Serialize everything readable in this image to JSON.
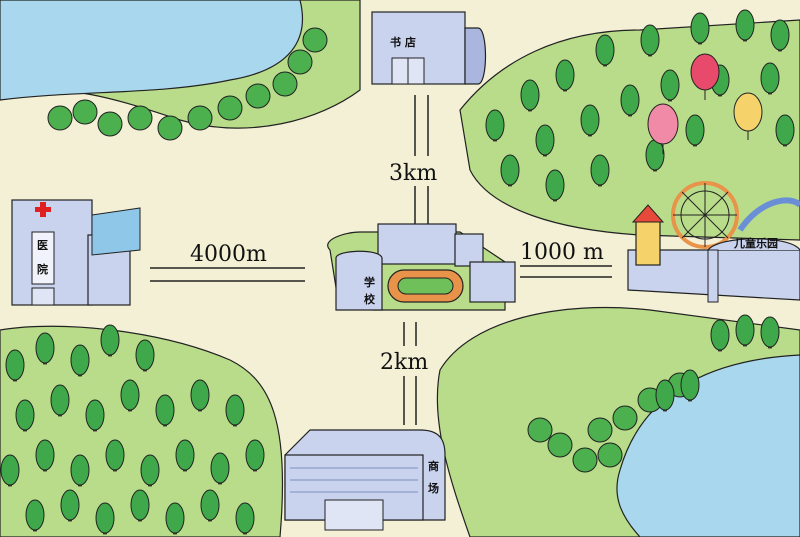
{
  "places": {
    "bookstore": "书 店",
    "hospital_1": "医",
    "hospital_2": "院",
    "school_1": "学",
    "school_2": "校",
    "mall_1": "商",
    "mall_2": "场",
    "amusement_park": "儿童乐园"
  },
  "distances": {
    "to_bookstore": "3km",
    "to_hospital": "4000m",
    "to_amusement_park": "1000 m",
    "to_mall": "2km"
  },
  "colors": {
    "ground": "#f3f0d6",
    "grass": "#b9dc8a",
    "tree": "#3ea84a",
    "water": "#a9d8ee",
    "building": "#c9d3ee",
    "outline": "#222222"
  }
}
